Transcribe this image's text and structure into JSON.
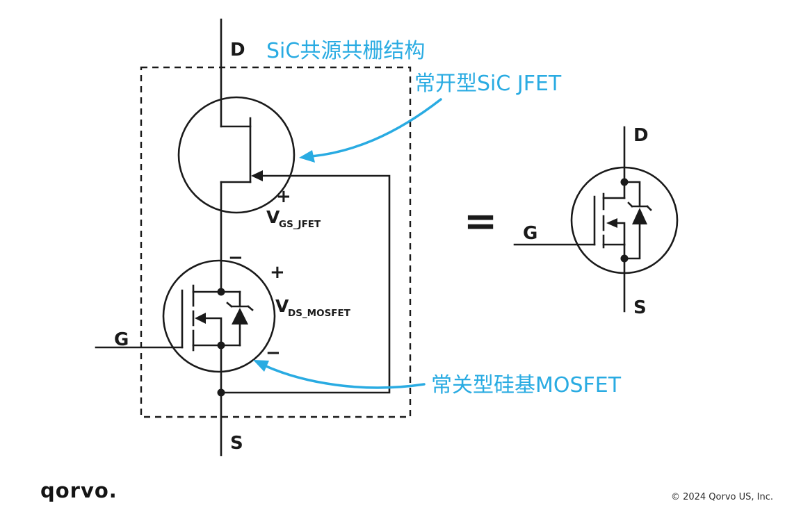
{
  "colors": {
    "accent": "#29ABE2",
    "ink": "#1a1a1a"
  },
  "annotations": {
    "title": "SiC共源共栅结构",
    "jfet_callout": "常开型SiC JFET",
    "mosfet_callout": "常关型硅基MOSFET"
  },
  "cascode": {
    "drain_label": "D",
    "gate_label": "G",
    "source_label": "S",
    "v_gs_jfet": {
      "symbol": "V",
      "subscript": "GS_JFET",
      "plus": "+",
      "minus": "−"
    },
    "v_ds_mosfet": {
      "symbol": "V",
      "subscript": "DS_MOSFET",
      "plus": "+",
      "minus": "−"
    }
  },
  "equals_sign": "=",
  "equivalent": {
    "drain_label": "D",
    "gate_label": "G",
    "source_label": "S"
  },
  "footer": {
    "logo_text": "qorvo.",
    "copyright": "© 2024 Qorvo US, Inc."
  }
}
